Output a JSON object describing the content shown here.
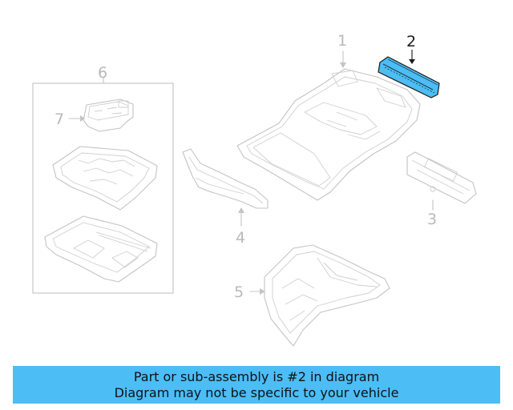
{
  "callouts": {
    "c1": "1",
    "c2": "2",
    "c3": "3",
    "c4": "4",
    "c5": "5",
    "c6": "6",
    "c7": "7"
  },
  "highlight_part": "2",
  "colors": {
    "highlight_fill": "#4cbdf5",
    "highlight_stroke": "#1a1a1a",
    "line": "#c4c4c4",
    "caption_bg": "#4cbdf5"
  },
  "caption": {
    "line1": "Part or sub-assembly is #2 in diagram",
    "line2": "Diagram may not be specific to your vehicle"
  }
}
